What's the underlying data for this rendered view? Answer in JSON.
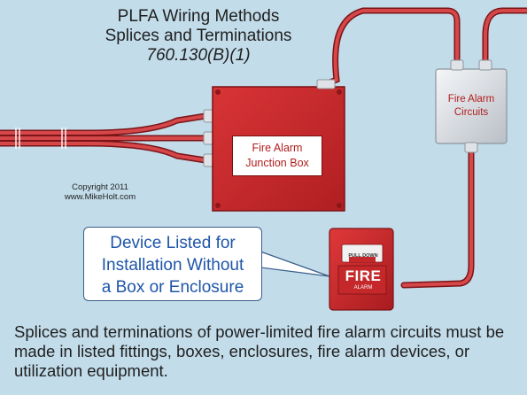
{
  "title": {
    "line1": "PLFA Wiring Methods",
    "line2": "Splices and Terminations",
    "reference": "760.130(B)(1)"
  },
  "copyright": {
    "line1": "Copyright 2011",
    "line2": "www.MikeHolt.com"
  },
  "junction_box": {
    "label_line1": "Fire Alarm",
    "label_line2": "Junction Box",
    "color": "#c4282b"
  },
  "circuits_box": {
    "label_line1": "Fire Alarm",
    "label_line2": "Circuits"
  },
  "callout": {
    "line1": "Device Listed for",
    "line2": "Installation Without",
    "line3": "a Box or Enclosure"
  },
  "pull_station": {
    "pull_text": "PULL DOWN",
    "fire_text": "FIRE",
    "alarm_text": "ALARM"
  },
  "caption": "Splices and terminations of power-limited fire alarm circuits must be made in listed fittings, boxes, enclosures, fire alarm devices, or utilization equipment.",
  "colors": {
    "background": "#c2dcea",
    "cable_red": "#cf3b3d",
    "label_red": "#b11d1d",
    "callout_blue": "#1e56a8"
  }
}
